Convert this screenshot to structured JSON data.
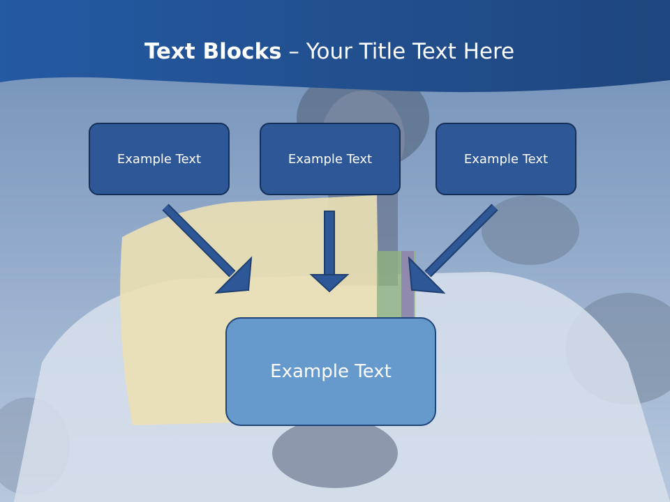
{
  "title": {
    "bold": "Text Blocks",
    "rest": " – Your Title Text Here"
  },
  "blocks": [
    {
      "text": "Example Text"
    },
    {
      "text": "Example Text"
    },
    {
      "text": "Example Text"
    }
  ],
  "center_block": {
    "text": "Example Text"
  },
  "colors": {
    "header": "#22508f",
    "box": "#2d5796",
    "box_border": "#152f57",
    "center_box": "#6699cc",
    "arrow": "#2d5796"
  }
}
